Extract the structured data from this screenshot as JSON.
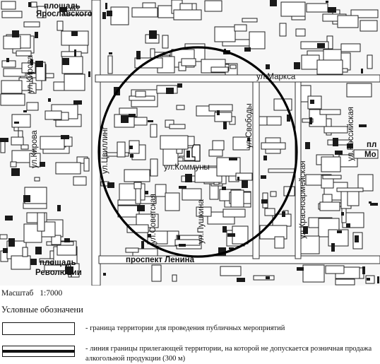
{
  "map": {
    "streets": {
      "yaroslavsky_line1": "площадь",
      "yaroslavsky_line2": "Ярославского",
      "kirova_top": "ул.Кирова",
      "kirova_mid": "ул.Кирова",
      "marksa": "ул.Маркса",
      "tsvillinga": "ул.Цвиллинг",
      "svobody": "ул.Свободы",
      "kommuny": "ул.Коммуны",
      "sovetskaya": "ул.Советская",
      "pushkina": "ул.Пушкина",
      "krasnoarmeyskaya": "ул.Красноармейская",
      "rossiyskaya": "ул.Российская",
      "revolyutsii_line1": "площадь",
      "revolyutsii_line2": "Революции",
      "lenina": "проспект Ленина",
      "cut_label_line1": "пл",
      "cut_label_line2": "Мо"
    }
  },
  "scale": {
    "label": "Масштаб",
    "value": "1:7000"
  },
  "legend": {
    "title": "Условные обозначени",
    "items": [
      {
        "text": "- граница территории для проведения публичных мероприятий"
      },
      {
        "text": "- линия границы прилегающей территории, на которой не допускается розничная продажа алкогольной продукции (300 м)"
      }
    ]
  }
}
